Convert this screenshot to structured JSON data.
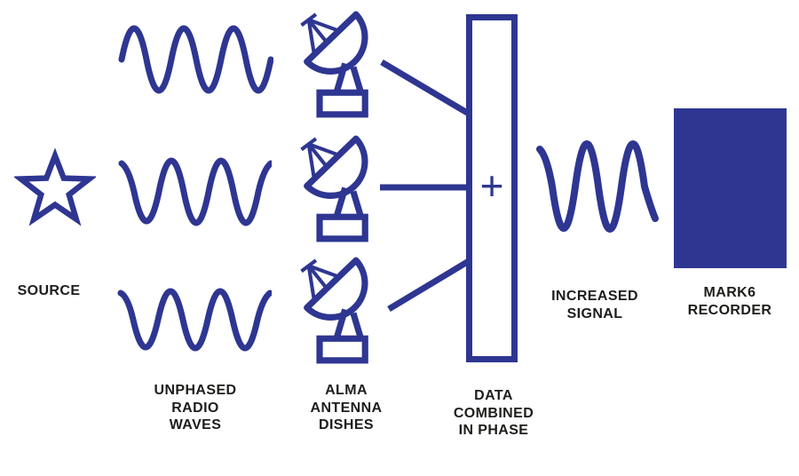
{
  "colors": {
    "accent": "#2e3692",
    "text": "#1d1d1b",
    "background": "#ffffff"
  },
  "diagram_type": "signal-flow",
  "stages": [
    {
      "id": "source",
      "label": "SOURCE",
      "icon": "star-icon"
    },
    {
      "id": "unphased-waves",
      "label": "UNPHASED\nRADIO\nWAVES",
      "icon": "sine-wave-icon",
      "count": 3
    },
    {
      "id": "antenna-dishes",
      "label": "ALMA\nANTENNA\nDISHES",
      "icon": "satellite-dish-icon",
      "count": 3
    },
    {
      "id": "combiner",
      "label": "DATA\nCOMBINED\nIN PHASE",
      "symbol": "+",
      "icon": "plus-icon"
    },
    {
      "id": "increased-signal",
      "label": "INCREASED\nSIGNAL",
      "icon": "amplified-wave-icon"
    },
    {
      "id": "recorder",
      "label": "MARK6\nRECORDER",
      "icon": "recorder-block"
    }
  ]
}
